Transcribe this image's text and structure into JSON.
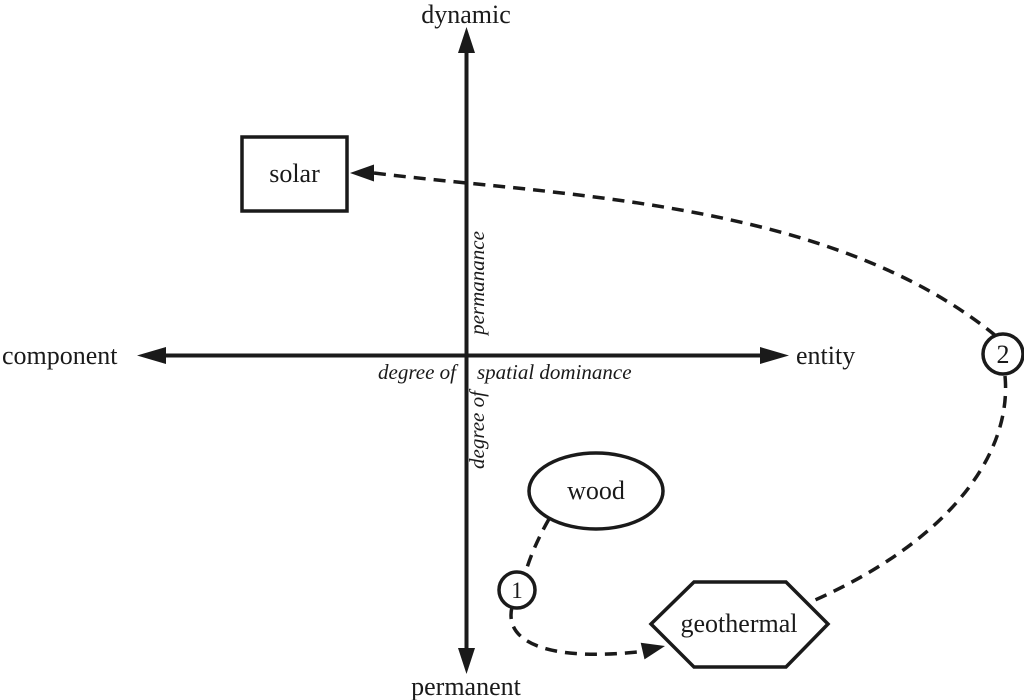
{
  "diagram": {
    "colors": {
      "ink": "#1a1a1a",
      "background": "#ffffff"
    },
    "axes": {
      "vertical": {
        "top_label": "dynamic",
        "bottom_label": "permanent",
        "caption_upper": "permanance",
        "caption_lower": "degree of"
      },
      "horizontal": {
        "left_label": "component",
        "right_label": "entity",
        "caption_left": "degree of",
        "caption_right": "spatial dominance"
      }
    },
    "nodes": {
      "solar": {
        "label": "solar",
        "shape": "rectangle"
      },
      "wood": {
        "label": "wood",
        "shape": "ellipse"
      },
      "geothermal": {
        "label": "geothermal",
        "shape": "hexagon"
      }
    },
    "markers": {
      "one": "1",
      "two": "2"
    }
  }
}
